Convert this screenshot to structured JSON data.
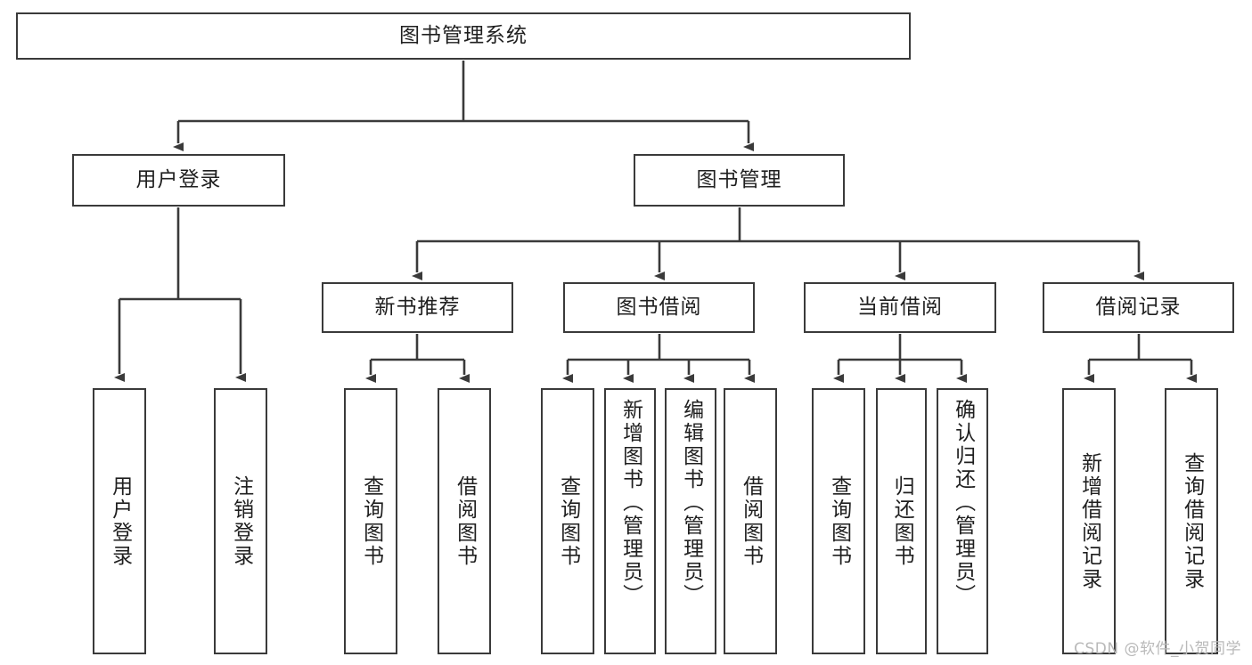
{
  "diagram": {
    "title": "图书管理系统",
    "watermark": "CSDN @软件_小贺同学",
    "stroke_color": "#3a3a3a",
    "text_color": "#1f1f1f",
    "background_color": "#ffffff",
    "watermark_color": "#b9b9b9"
  },
  "nodes": {
    "root": {
      "label": "图书管理系统",
      "level": 1
    },
    "user_login": {
      "label": "用户登录",
      "level": 2
    },
    "book_manage": {
      "label": "图书管理",
      "level": 2
    },
    "new_book_rec": {
      "label": "新书推荐",
      "level": 3
    },
    "book_borrow": {
      "label": "图书借阅",
      "level": 3
    },
    "current_borrow": {
      "label": "当前借阅",
      "level": 3
    },
    "borrow_record": {
      "label": "借阅记录",
      "level": 3
    },
    "leaf_user_login": {
      "label": "用户登录",
      "level": 4
    },
    "leaf_logout": {
      "label": "注销登录",
      "level": 4
    },
    "leaf_query_book_1": {
      "label": "查询图书",
      "level": 4
    },
    "leaf_borrow_book_1": {
      "label": "借阅图书",
      "level": 4
    },
    "leaf_query_book_2": {
      "label": "查询图书",
      "level": 4
    },
    "leaf_add_book": {
      "label": "新增图书（管理员）",
      "level": 4
    },
    "leaf_edit_book": {
      "label": "编辑图书（管理员）",
      "level": 4
    },
    "leaf_borrow_book_2": {
      "label": "借阅图书",
      "level": 4
    },
    "leaf_query_book_3": {
      "label": "查询图书",
      "level": 4
    },
    "leaf_return_book": {
      "label": "归还图书",
      "level": 4
    },
    "leaf_confirm_return": {
      "label": "确认归还（管理员）",
      "level": 4
    },
    "leaf_add_record": {
      "label": "新增借阅记录",
      "level": 4
    },
    "leaf_query_record": {
      "label": "查询借阅记录",
      "level": 4
    }
  },
  "hierarchy": {
    "图书管理系统": [
      "用户登录",
      "图书管理"
    ],
    "用户登录": [
      "用户登录",
      "注销登录"
    ],
    "图书管理": [
      "新书推荐",
      "图书借阅",
      "当前借阅",
      "借阅记录"
    ],
    "新书推荐": [
      "查询图书",
      "借阅图书"
    ],
    "图书借阅": [
      "查询图书",
      "新增图书（管理员）",
      "编辑图书（管理员）",
      "借阅图书"
    ],
    "当前借阅": [
      "查询图书",
      "归还图书",
      "确认归还（管理员）"
    ],
    "借阅记录": [
      "新增借阅记录",
      "查询借阅记录"
    ]
  }
}
